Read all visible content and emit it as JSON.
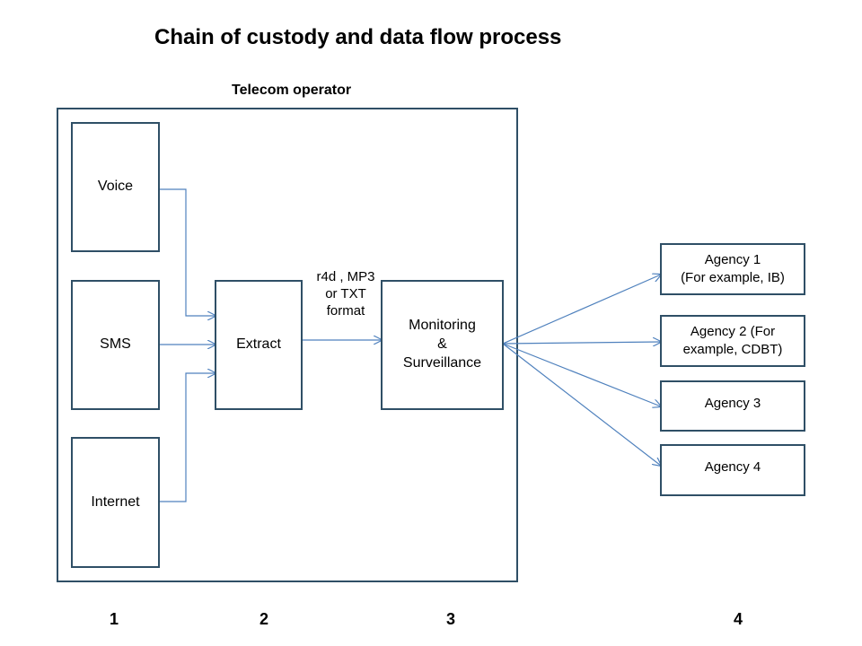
{
  "title": "Chain of custody and data flow process",
  "container": {
    "label": "Telecom operator"
  },
  "sources": {
    "voice": "Voice",
    "sms": "SMS",
    "internet": "Internet"
  },
  "process": {
    "extract": "Extract",
    "format_label": [
      "r4d , MP3",
      "or TXT",
      "format"
    ],
    "monitoring": [
      "Monitoring",
      "&",
      "Surveillance"
    ]
  },
  "agencies": [
    {
      "line1": "Agency 1",
      "line2": "(For example, IB)"
    },
    {
      "line1": "Agency 2 (For",
      "line2": "example, CDBT)"
    },
    {
      "line1": "Agency 3",
      "line2": ""
    },
    {
      "line1": "Agency 4",
      "line2": ""
    }
  ],
  "stages": [
    "1",
    "2",
    "3",
    "4"
  ],
  "colors": {
    "box_border": "#2f4f66",
    "arrow": "#4f81bd"
  }
}
